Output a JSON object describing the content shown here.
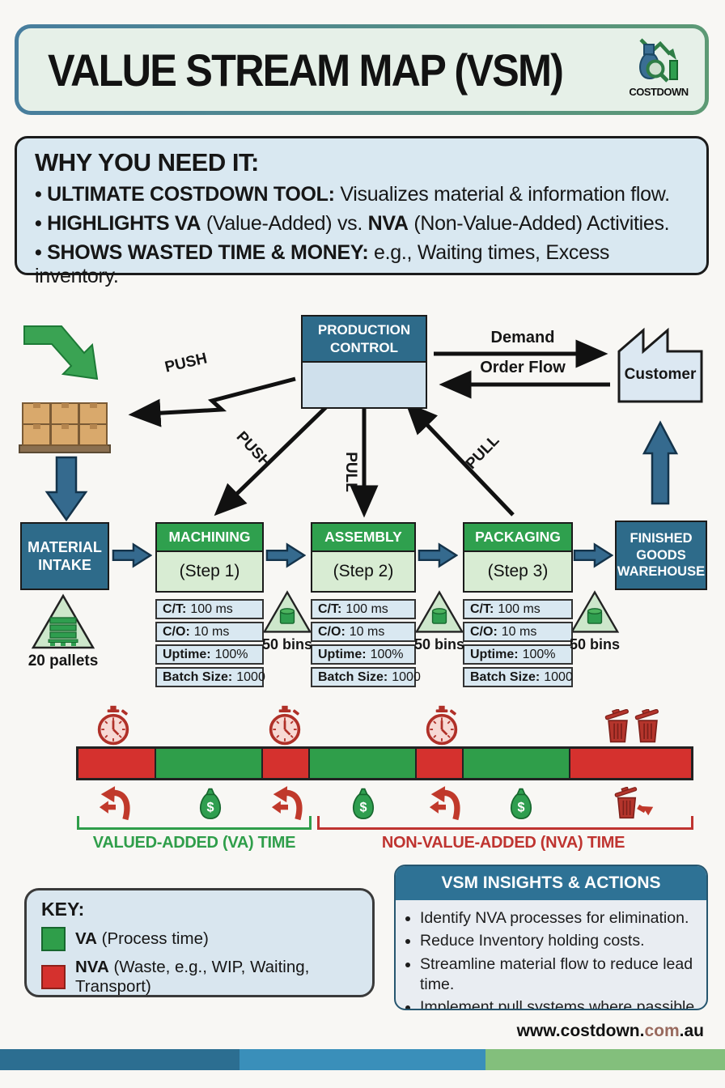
{
  "title": "VALUE STREAM MAP (VSM)",
  "brand": "COSTDOWN",
  "why": {
    "heading": "WHY YOU NEED IT:",
    "bullets": [
      {
        "b1": "ULTIMATE COSTDOWN TOOL:",
        "t1": " Visualizes material & information flow.",
        "b2": "",
        "t2": ""
      },
      {
        "b1": "HIGHLIGHTS VA",
        "t1": " (Value-Added) vs. ",
        "b2": "NVA",
        "t2": " (Non-Value-Added) Activities."
      },
      {
        "b1": "SHOWS WASTED TIME & MONEY:",
        "t1": " e.g., Waiting times, Excess inventory.",
        "b2": "",
        "t2": ""
      }
    ]
  },
  "diagram": {
    "production_control": "PRODUCTION CONTROL",
    "demand_label": "Demand",
    "order_flow_label": "Order Flow",
    "customer_label": "Customer",
    "push_label": "PUSH",
    "pull_label": "PULL",
    "material_intake": "MATERIAL INTAKE",
    "warehouse": "FINISHED GOODS WAREHOUSE",
    "pallets_label": "20 pallets",
    "bins_label": "50 bins",
    "processes": [
      {
        "name": "MACHINING",
        "step": "(Step 1)",
        "metrics": [
          {
            "label": "C/T:",
            "value": "100 ms"
          },
          {
            "label": "C/O:",
            "value": "10 ms"
          },
          {
            "label": "Uptime:",
            "value": "100%"
          },
          {
            "label": "Batch Size:",
            "value": "1000"
          }
        ]
      },
      {
        "name": "ASSEMBLY",
        "step": "(Step 2)",
        "metrics": [
          {
            "label": "C/T:",
            "value": "100 ms"
          },
          {
            "label": "C/O:",
            "value": "10 ms"
          },
          {
            "label": "Uptime:",
            "value": "100%"
          },
          {
            "label": "Batch Size:",
            "value": "1000"
          }
        ]
      },
      {
        "name": "PACKAGING",
        "step": "(Step 3)",
        "metrics": [
          {
            "label": "C/T:",
            "value": "100 ms"
          },
          {
            "label": "C/O:",
            "value": "10 ms"
          },
          {
            "label": "Uptime:",
            "value": "100%"
          },
          {
            "label": "Batch Size:",
            "value": "1000"
          }
        ]
      }
    ]
  },
  "timeline": {
    "segments": [
      {
        "type": "nva",
        "percent": 12.7
      },
      {
        "type": "va",
        "percent": 17.4
      },
      {
        "type": "nva",
        "percent": 7.7
      },
      {
        "type": "va",
        "percent": 17.4
      },
      {
        "type": "nva",
        "percent": 7.7
      },
      {
        "type": "va",
        "percent": 17.4
      },
      {
        "type": "nva",
        "percent": 19.7
      }
    ],
    "va_label": "VALUED-ADDED (VA) TIME",
    "nva_label": "NON-VALUE-ADDED (NVA) TIME"
  },
  "key": {
    "heading": "KEY:",
    "items": [
      {
        "term": "VA",
        "desc": " (Process time)"
      },
      {
        "term": "NVA",
        "desc": " (Waste, e.g., WIP, Waiting, Transport)"
      }
    ]
  },
  "insights": {
    "title": "VSM INSIGHTS & ACTIONS",
    "bullets": [
      "Identify NVA processes for elimination.",
      "Reduce Inventory holding costs.",
      "Streamline material flow to reduce lead time.",
      "Implement pull systems where passible."
    ]
  },
  "footer": {
    "url_prefix": "www.costdown.",
    "url_mid": "com",
    "url_suffix": ".au"
  },
  "colors": {
    "va_green": "#2f9e4a",
    "nva_red": "#d5312e",
    "process_header_green": "#2fa04e",
    "control_blue": "#2e6b8a",
    "insights_blue": "#2e7295",
    "bottom_bar": [
      "#2c6e91",
      "#3a8fba",
      "#83bf7c"
    ]
  }
}
